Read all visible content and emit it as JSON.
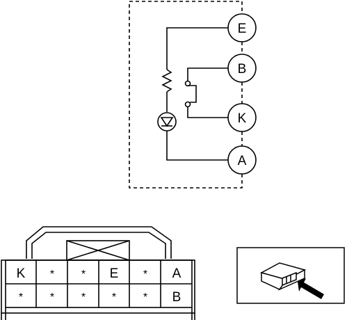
{
  "circuit": {
    "terminals": [
      {
        "id": "E",
        "label": "E"
      },
      {
        "id": "B",
        "label": "B"
      },
      {
        "id": "K",
        "label": "K"
      },
      {
        "id": "A",
        "label": "A"
      }
    ]
  },
  "connector": {
    "rows": [
      [
        "K",
        "*",
        "*",
        "E",
        "*",
        "A"
      ],
      [
        "*",
        "*",
        "*",
        "*",
        "*",
        "B"
      ]
    ]
  }
}
